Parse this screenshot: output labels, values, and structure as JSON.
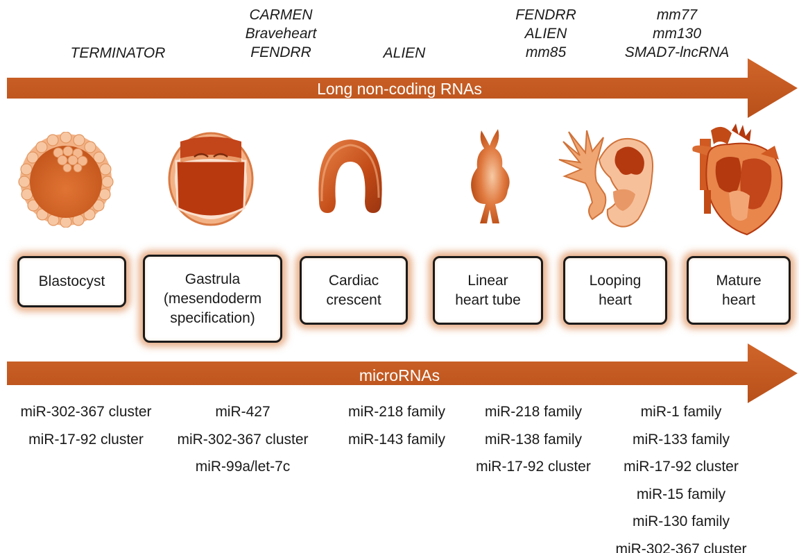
{
  "lncrna_groups": [
    {
      "id": "blastocyst",
      "items": [
        "TERMINATOR"
      ]
    },
    {
      "id": "gastrula",
      "items": [
        "CARMEN",
        "Braveheart",
        "FENDRR"
      ]
    },
    {
      "id": "crescent",
      "items": [
        "ALIEN"
      ]
    },
    {
      "id": "tube",
      "items": [
        "FENDRR",
        "ALIEN",
        "mm85"
      ]
    },
    {
      "id": "looping",
      "items": [
        "mm77",
        "mm130",
        "SMAD7-lncRNA"
      ]
    }
  ],
  "lncrna_arrow_label": "Long non-coding RNAs",
  "stages": [
    {
      "id": "blastocyst",
      "lines": [
        "Blastocyst"
      ]
    },
    {
      "id": "gastrula",
      "lines": [
        "Gastrula",
        "(mesendoderm",
        "specification)"
      ]
    },
    {
      "id": "crescent",
      "lines": [
        "Cardiac",
        "crescent"
      ]
    },
    {
      "id": "tube",
      "lines": [
        "Linear",
        "heart tube"
      ]
    },
    {
      "id": "looping",
      "lines": [
        "Looping",
        "heart"
      ]
    },
    {
      "id": "mature",
      "lines": [
        "Mature",
        "heart"
      ]
    }
  ],
  "mirna_arrow_label": "microRNAs",
  "mirna_groups": [
    {
      "id": "blastocyst",
      "items": [
        "miR-302-367 cluster",
        "miR-17-92 cluster"
      ]
    },
    {
      "id": "gastrula",
      "items": [
        "miR-427",
        "miR-302-367 cluster",
        "miR-99a/let-7c"
      ]
    },
    {
      "id": "crescent",
      "items": [
        "miR-218 family",
        "miR-143 family"
      ]
    },
    {
      "id": "tube",
      "items": [
        "miR-218 family",
        "miR-138 family",
        "miR-17-92 cluster"
      ]
    },
    {
      "id": "mature",
      "items": [
        "miR-1 family",
        "miR-133 family",
        "miR-17-92 cluster",
        "miR-15 family",
        "miR-130 family",
        "miR-302-367 cluster"
      ]
    }
  ],
  "colors": {
    "arrow": "#c5581e",
    "tissue_dark": "#b33a10",
    "tissue_light": "#f2a676",
    "glow": "#d66e28"
  }
}
